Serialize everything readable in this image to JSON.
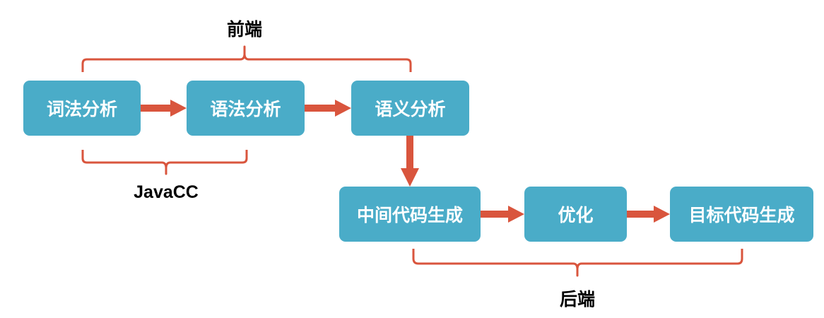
{
  "colors": {
    "box_fill": "#4aacc8",
    "arrow": "#d9553d",
    "brace": "#d9553d",
    "text_on_box": "#ffffff",
    "label_text": "#000000"
  },
  "labels": {
    "frontend": "前端",
    "javacc": "JavaCC",
    "backend": "后端"
  },
  "stages": {
    "lexical": "词法分析",
    "syntax": "语法分析",
    "semantic": "语义分析",
    "ir": "中间代码生成",
    "optimize": "优化",
    "codegen": "目标代码生成"
  }
}
